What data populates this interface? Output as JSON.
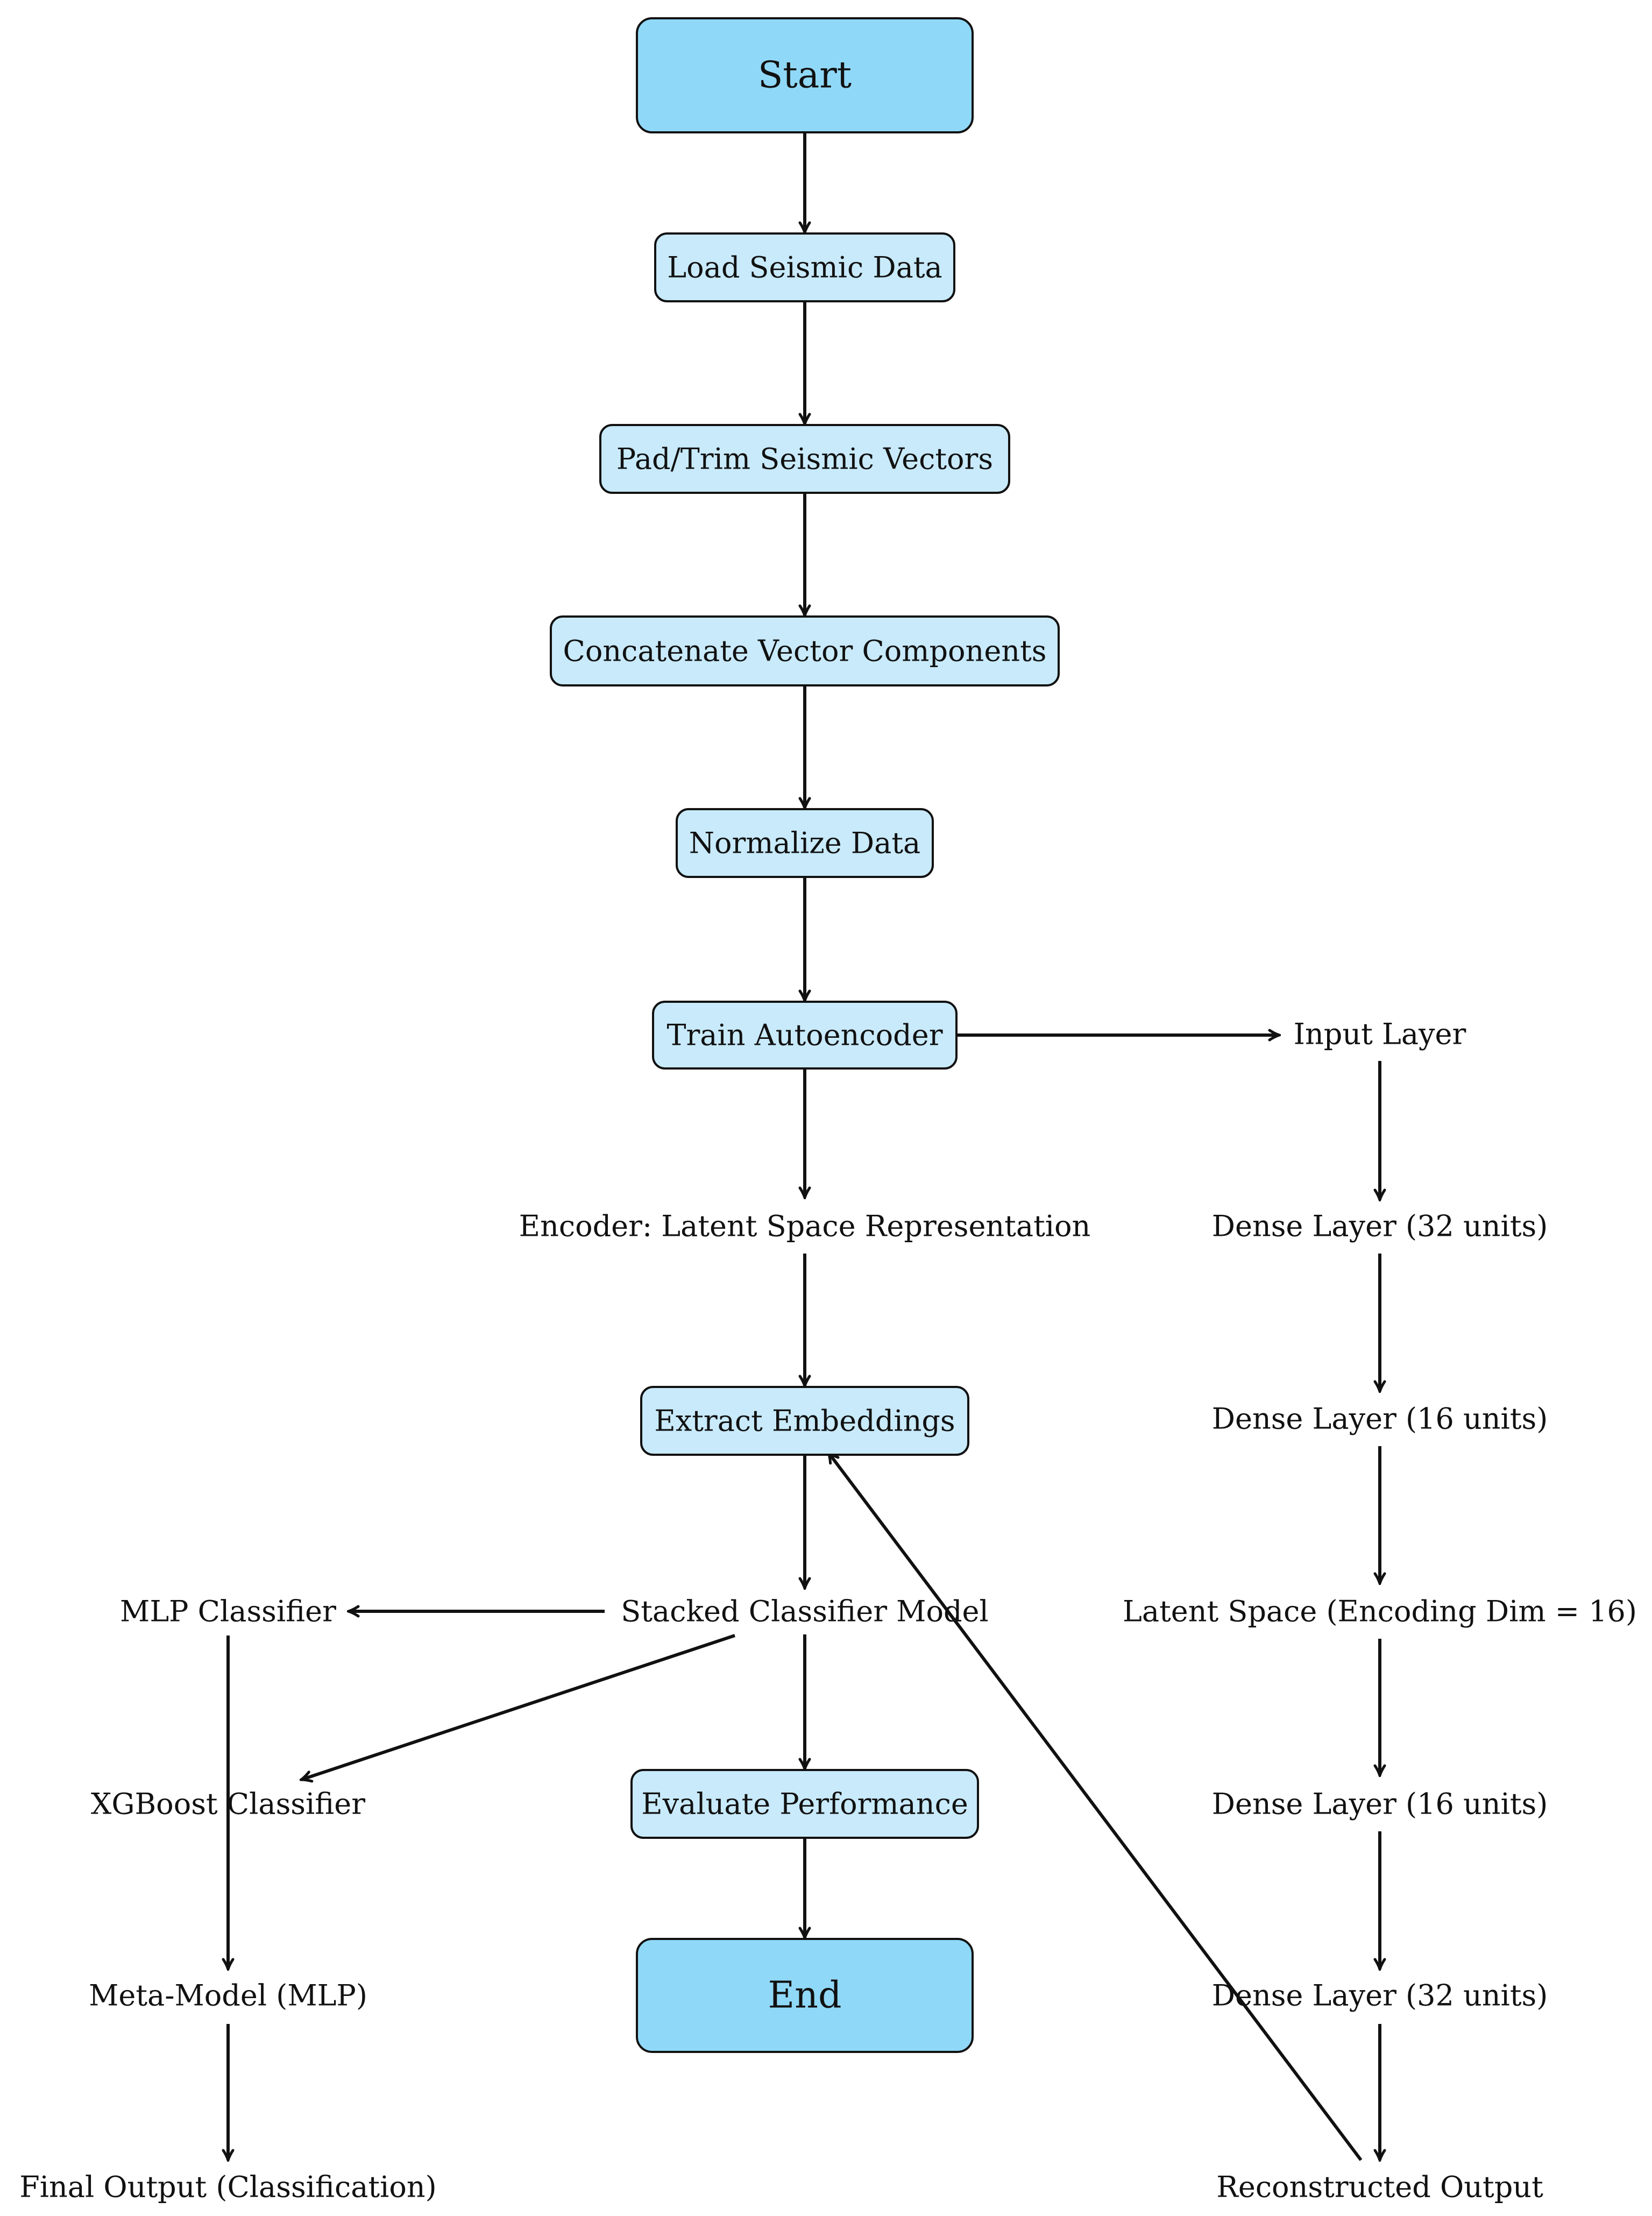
{
  "theme": {
    "terminal_fill": "#90D8F8",
    "process_fill": "#C8EAFB",
    "stroke": "#111111",
    "text": "#111111",
    "background": "#FFFFFF"
  },
  "nodes": {
    "start": "Start",
    "load_data": "Load Seismic Data",
    "pad_trim": "Pad/Trim Seismic Vectors",
    "concatenate": "Concatenate Vector Components",
    "normalize": "Normalize Data",
    "train_autoencoder": "Train Autoencoder",
    "encoder_latent": "Encoder: Latent Space Representation",
    "extract_embeddings": "Extract Embeddings",
    "stacked_classifier": "Stacked Classifier Model",
    "evaluate_performance": "Evaluate Performance",
    "end": "End",
    "mlp_classifier": "MLP Classifier",
    "xgboost_classifier": "XGBoost Classifier",
    "meta_model": "Meta-Model (MLP)",
    "final_output": "Final Output (Classification)",
    "input_layer": "Input Layer",
    "dense_32_a": "Dense Layer (32 units)",
    "dense_16_a": "Dense Layer (16 units)",
    "latent_space": "Latent Space (Encoding Dim = 16)",
    "dense_16_b": "Dense Layer (16 units)",
    "dense_32_b": "Dense Layer (32 units)",
    "reconstructed_output": "Reconstructed Output"
  }
}
